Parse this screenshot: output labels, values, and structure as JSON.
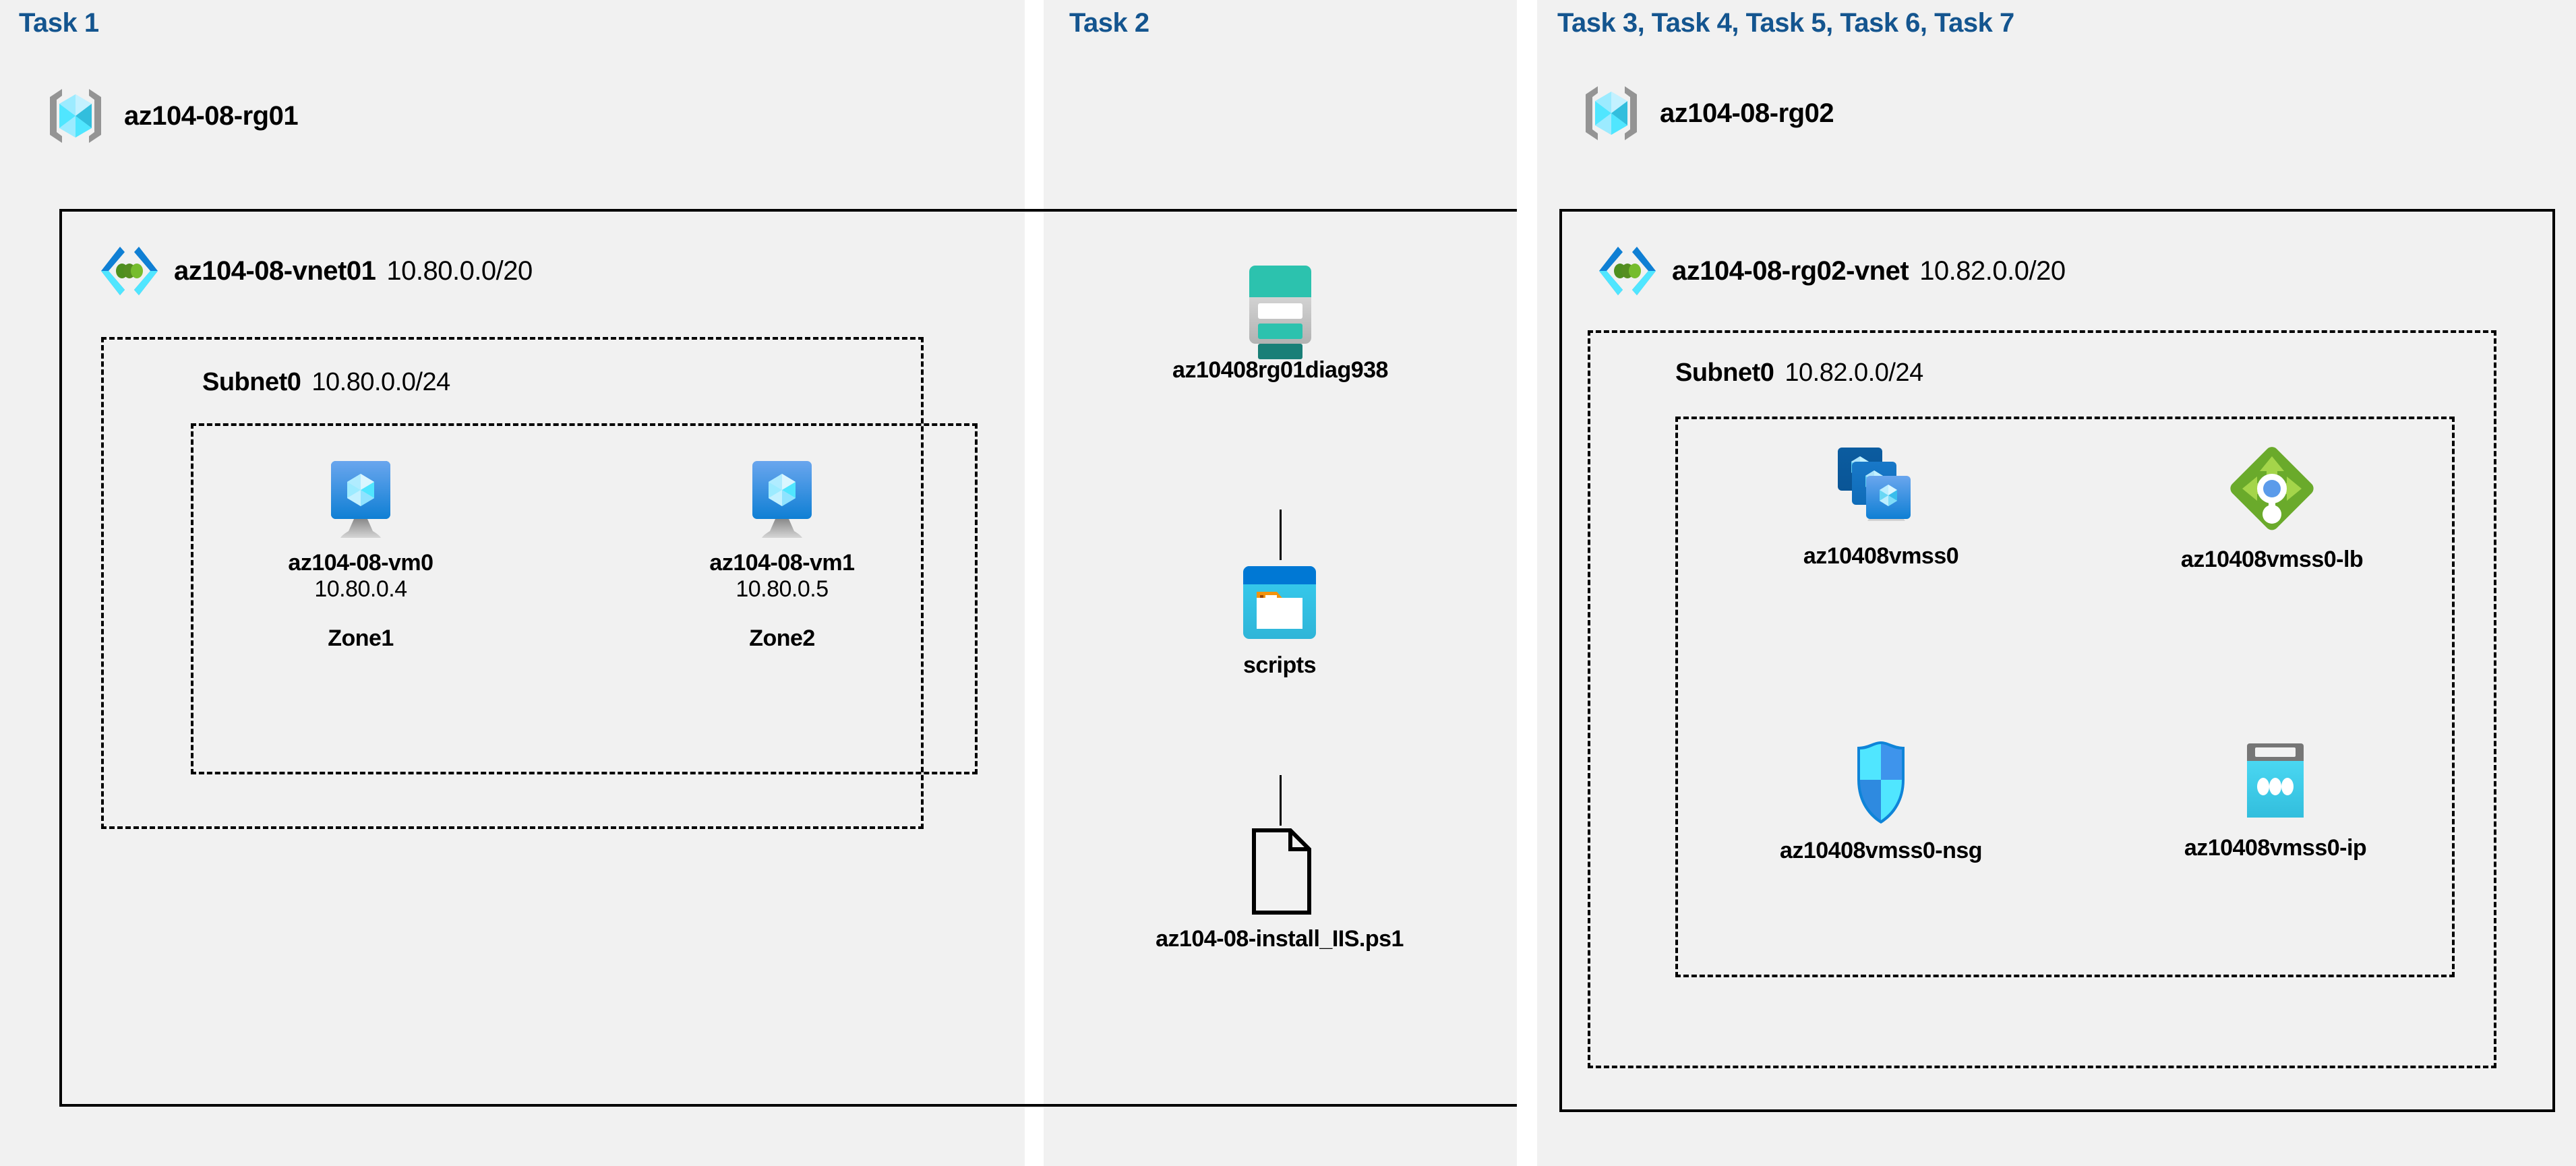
{
  "panels": [
    {
      "id": "task1",
      "task_label": "Task 1",
      "resource_group": {
        "name": "az104-08-rg01",
        "icon": "resource-group-icon"
      },
      "vnet": {
        "name": "az104-08-vnet01",
        "cidr": "10.80.0.0/20",
        "icon": "virtual-network-icon"
      },
      "subnet": {
        "name": "Subnet0",
        "cidr": "10.80.0.0/24"
      },
      "vms": [
        {
          "name": "az104-08-vm0",
          "ip": "10.80.0.4",
          "zone": "Zone1",
          "icon": "virtual-machine-icon"
        },
        {
          "name": "az104-08-vm1",
          "ip": "10.80.0.5",
          "zone": "Zone2",
          "icon": "virtual-machine-icon"
        }
      ]
    },
    {
      "id": "task2",
      "task_label": "Task 2",
      "items": [
        {
          "name": "az10408rg01diag938",
          "icon": "storage-account-icon"
        },
        {
          "name": "scripts",
          "icon": "blob-container-icon"
        },
        {
          "name": "az104-08-install_IIS.ps1",
          "icon": "script-file-icon"
        }
      ]
    },
    {
      "id": "task3",
      "task_label": "Task 3, Task 4, Task 5, Task 6, Task 7",
      "resource_group": {
        "name": "az104-08-rg02",
        "icon": "resource-group-icon"
      },
      "vnet": {
        "name": "az104-08-rg02-vnet",
        "cidr": "10.82.0.0/20",
        "icon": "virtual-network-icon"
      },
      "subnet": {
        "name": "Subnet0",
        "cidr": "10.82.0.0/24"
      },
      "resources": [
        {
          "name": "az10408vmss0",
          "icon": "vm-scale-set-icon"
        },
        {
          "name": "az10408vmss0-lb",
          "icon": "load-balancer-icon"
        },
        {
          "name": "az10408vmss0-nsg",
          "icon": "network-security-group-icon"
        },
        {
          "name": "az10408vmss0-ip",
          "icon": "public-ip-address-icon"
        }
      ]
    }
  ],
  "colors": {
    "task_label": "#14558f",
    "panel_bg": "#f1f1f1",
    "page_bg": "#ffffff",
    "border": "#000000",
    "azure_blue": "#0078d4",
    "azure_cyan": "#50e6ff",
    "storage_teal": "#2cc2ae",
    "lb_green": "#7cb32d",
    "nsg_blue": "#32bedd",
    "vnet_green": "#5e9624"
  }
}
